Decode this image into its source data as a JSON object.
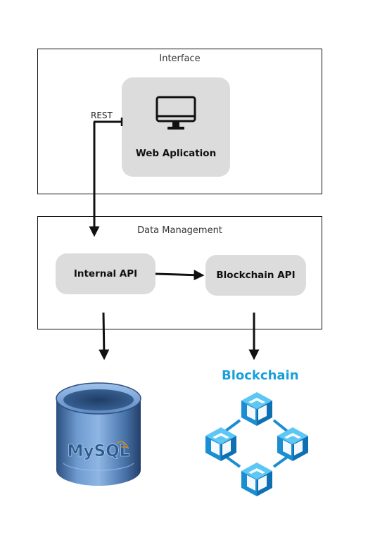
{
  "interface": {
    "title": "Interface",
    "web_app_label": "Web Aplication",
    "icon": "monitor-icon"
  },
  "connector": {
    "rest_label": "REST"
  },
  "data_management": {
    "title": "Data Management",
    "internal_api_label": "Internal API",
    "blockchain_api_label": "Blockchain API"
  },
  "storage": {
    "mysql_label": "MySQL",
    "blockchain_title": "Blockchain"
  },
  "colors": {
    "card": "#dcdcdc",
    "blockchain_blue": "#1a9fdc",
    "mysql_blue": "#3d6fa6"
  }
}
